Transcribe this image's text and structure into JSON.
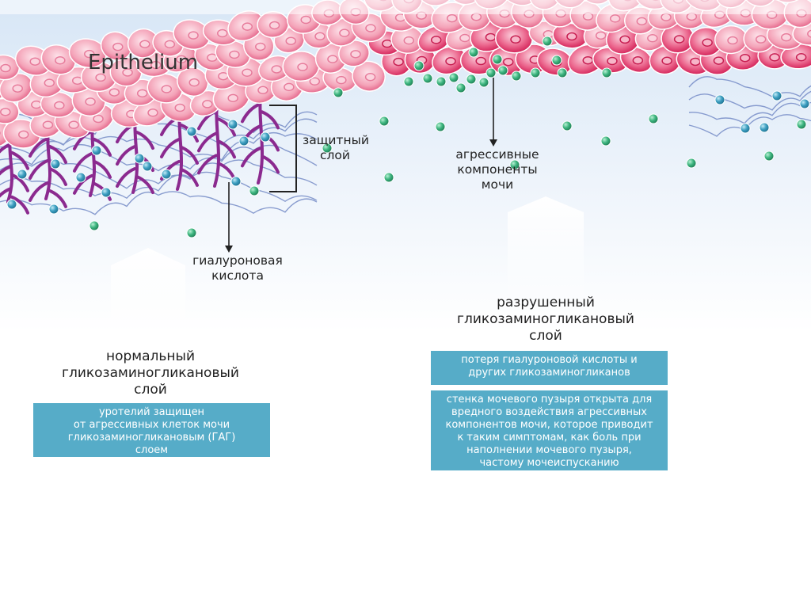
{
  "labels": {
    "epithelium": "Epithelium",
    "protective_layer": [
      "защитный",
      "слой"
    ],
    "aggressive_components": [
      "агрессивные",
      "компоненты",
      "мочи"
    ],
    "hyaluronic_acid": [
      "гиалуроновая",
      "кислота"
    ]
  },
  "normal_section": {
    "heading": [
      "нормальный",
      "гликозаминогликановый",
      "слой"
    ],
    "box": [
      "уротелий защищен",
      "от агрессивных клеток мочи",
      "гликозаминогликановым (ГАГ)",
      "слоем"
    ]
  },
  "damaged_section": {
    "heading": [
      "разрушенный",
      "гликозаминогликановый",
      "слой"
    ],
    "box1": [
      "потеря гиалуроновой кислоты и",
      "других гликозаминогликанов"
    ],
    "box2": [
      "стенка мочевого пузыря открыта для",
      "вредного воздействия агрессивных",
      "компонентов мочи, которое приводит",
      "к таким симптомам, как боль при",
      "наполнении  мочевого пузыря,",
      "частому мочеиспусканию"
    ]
  },
  "colors": {
    "cell_fill": "#f4a3b8",
    "cell_dark": "#e8386a",
    "gag_strand": "#8b2a8f",
    "particle_green": "#3db57f",
    "particle_blue": "#3d9fc1",
    "box_fill": "#56acc8"
  }
}
